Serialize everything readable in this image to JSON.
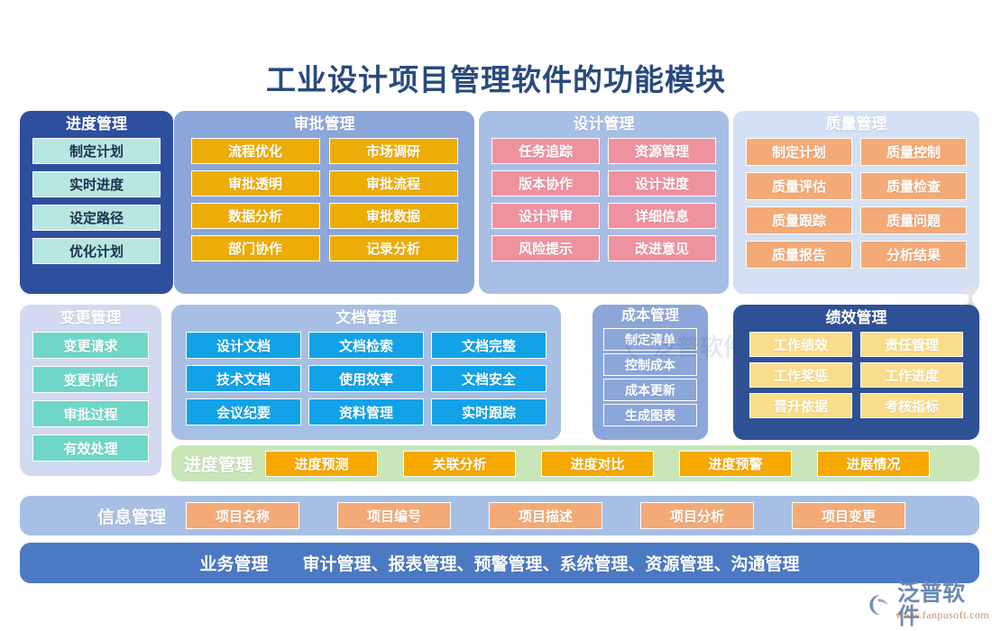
{
  "title": "工业设计项目管理软件的功能模块",
  "panels": [
    {
      "id": "progress",
      "title": "进度管理",
      "items": [
        "制定计划",
        "实时进度",
        "设定路径",
        "优化计划"
      ]
    },
    {
      "id": "approval",
      "title": "审批管理",
      "items": [
        "流程优化",
        "市场调研",
        "审批透明",
        "审批流程",
        "数据分析",
        "审批数据",
        "部门协作",
        "记录分析"
      ]
    },
    {
      "id": "design",
      "title": "设计管理",
      "items": [
        "任务追踪",
        "资源管理",
        "版本协作",
        "设计进度",
        "设计评审",
        "详细信息",
        "风险提示",
        "改进意见"
      ]
    },
    {
      "id": "quality",
      "title": "质量管理",
      "items": [
        "制定计划",
        "质量控制",
        "质量评估",
        "质量检查",
        "质量跟踪",
        "质量问题",
        "质量报告",
        "分析结果"
      ]
    },
    {
      "id": "change",
      "title": "变更管理",
      "items": [
        "变更请求",
        "变更评估",
        "审批过程",
        "有效处理"
      ]
    },
    {
      "id": "document",
      "title": "文档管理",
      "items": [
        "设计文档",
        "文档检索",
        "文档完整",
        "技术文档",
        "使用效率",
        "文档安全",
        "会议纪要",
        "资料管理",
        "实时跟踪"
      ]
    },
    {
      "id": "cost",
      "title": "成本管理",
      "items": [
        "制定清单",
        "控制成本",
        "成本更新",
        "生成图表"
      ]
    },
    {
      "id": "performance",
      "title": "绩效管理",
      "items": [
        "工作绩效",
        "责任管理",
        "工作奖惩",
        "工作进度",
        "晋升依据",
        "考核指标"
      ]
    }
  ],
  "bars": [
    {
      "id": "schedule",
      "label": "进度管理",
      "items": [
        "进度预测",
        "关联分析",
        "进度对比",
        "进度预警",
        "进展情况"
      ]
    },
    {
      "id": "information",
      "label": "信息管理",
      "items": [
        "项目名称",
        "项目编号",
        "项目描述",
        "项目分析",
        "项目变更"
      ]
    }
  ],
  "business_bar": {
    "label": "业务管理",
    "text": "审计管理、报表管理、预警管理、系统管理、资源管理、沟通管理"
  },
  "watermark": {
    "text": "泛普软件"
  },
  "logo": {
    "name": "泛普软件",
    "url": "www.fanpusoft.com",
    "icon": "fanpu-leaf-icon"
  },
  "colors": {
    "title": "#2a4a7c",
    "navy": "#2e4f9e",
    "deep_blue": "#2e5196",
    "periwinkle": "#8ba6d9",
    "light_blue": "#a7bfe4",
    "pale_blue": "#d4e0f3",
    "lavender": "#d2d9f0",
    "amber": "#eeac07",
    "orange": "#f5a800",
    "pink": "#ef92a0",
    "peach": "#f3aa77",
    "mint": "#b8e6e0",
    "teal": "#6fd7c8",
    "cyan_blue": "#11a2e8",
    "pale_yellow": "#fadd8a",
    "green": "#c8e6b8",
    "business_blue": "#4b79c4"
  }
}
